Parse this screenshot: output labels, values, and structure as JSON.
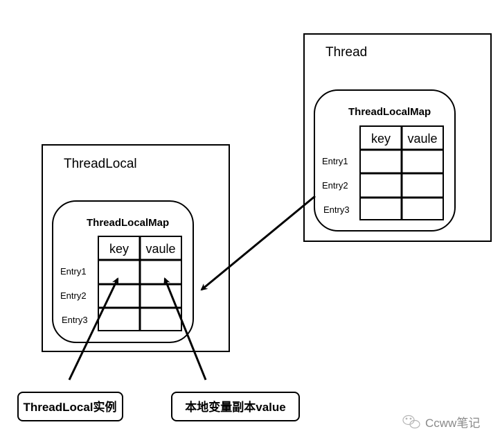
{
  "thread_box": {
    "title": "Thread",
    "map": {
      "title": "ThreadLocalMap",
      "columns": [
        "key",
        "vaule"
      ],
      "rows": [
        "Entry1",
        "Entry2",
        "Entry3"
      ]
    }
  },
  "threadlocal_box": {
    "title": "ThreadLocal",
    "map": {
      "title": "ThreadLocalMap",
      "columns": [
        "key",
        "vaule"
      ],
      "rows": [
        "Entry1",
        "Entry2",
        "Entry3"
      ]
    }
  },
  "labels": {
    "key_label": "ThreadLocal实例",
    "value_label": "本地变量副本value"
  },
  "watermark": {
    "icon": "wechat-icon",
    "text": "Ccww笔记"
  },
  "colors": {
    "stroke": "#000000",
    "watermark": "#8a8a8a"
  }
}
